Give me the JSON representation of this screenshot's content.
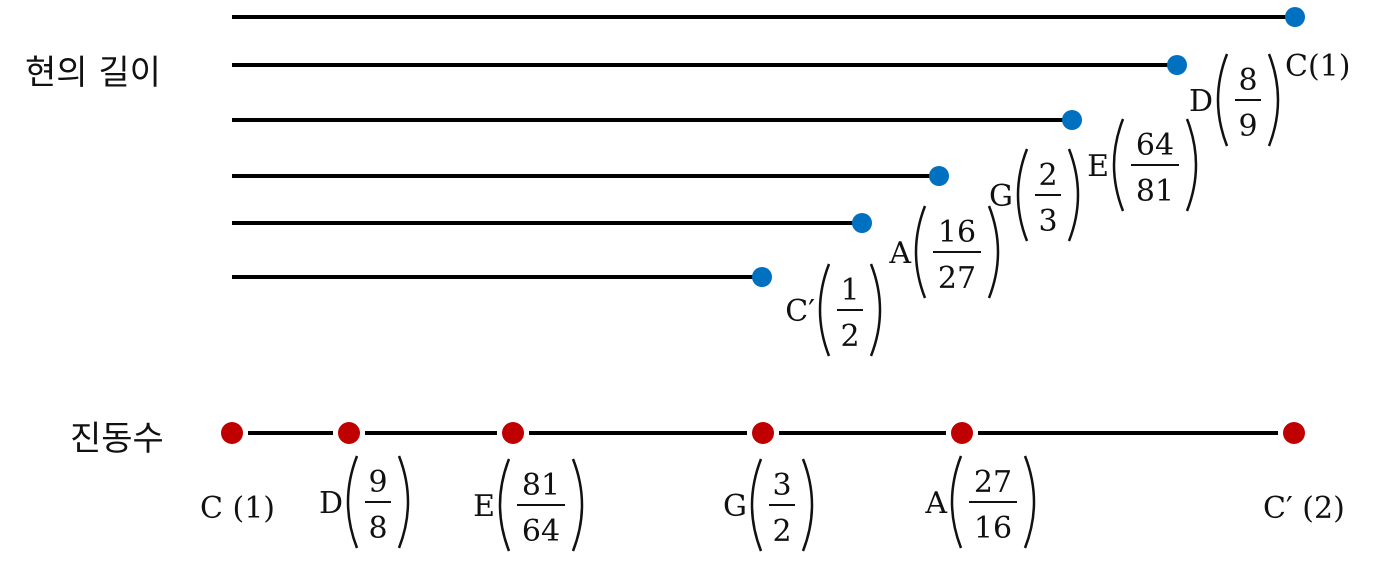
{
  "labels": {
    "string_length": "현의 길이",
    "frequency": "진동수"
  },
  "colors": {
    "string_dot": "#0070c0",
    "freq_dot": "#c00000",
    "line": "#000000"
  },
  "string_lengths": [
    {
      "note": "C",
      "ratio": "1",
      "simple": "C(1)"
    },
    {
      "note": "D",
      "num": "8",
      "den": "9"
    },
    {
      "note": "E",
      "num": "64",
      "den": "81"
    },
    {
      "note": "G",
      "num": "2",
      "den": "3"
    },
    {
      "note": "A",
      "num": "16",
      "den": "27"
    },
    {
      "note": "C′",
      "num": "1",
      "den": "2"
    }
  ],
  "frequencies": [
    {
      "note": "C",
      "simple": "C (1)"
    },
    {
      "note": "D",
      "num": "9",
      "den": "8"
    },
    {
      "note": "E",
      "num": "81",
      "den": "64"
    },
    {
      "note": "G",
      "num": "3",
      "den": "2"
    },
    {
      "note": "A",
      "num": "27",
      "den": "16"
    },
    {
      "note": "C′",
      "simple": "C′ (2)"
    }
  ]
}
